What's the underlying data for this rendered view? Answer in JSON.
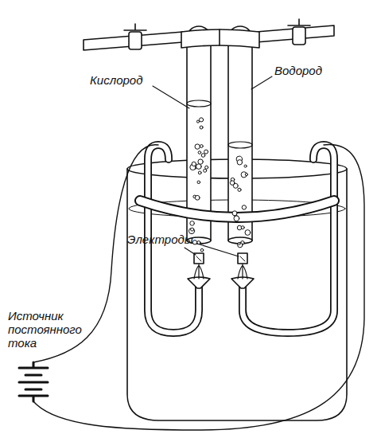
{
  "diagram": {
    "labels": [
      "Кислород",
      "Водород",
      "Электроды",
      "Источник постоянного тока"
    ]
  }
}
